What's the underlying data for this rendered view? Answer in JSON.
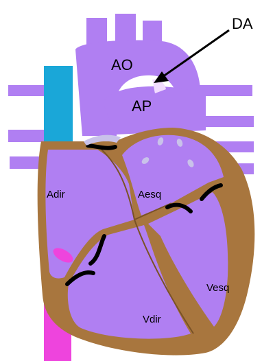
{
  "labels": {
    "ao": "AO",
    "ap": "AP",
    "da": "DA",
    "adir": "Adir",
    "aesq": "Aesq",
    "vesq": "Vesq",
    "vdir": "Vdir"
  },
  "colors": {
    "blood": "#b07ff2",
    "muscle": "#a8763e",
    "vena_cava_superior": "#1aa7d8",
    "vena_cava_inferior": "#ee44dd",
    "ductus_patch": "#f2dcff",
    "valve": "#000000",
    "valve_leaflet": "#c9c2ea"
  }
}
